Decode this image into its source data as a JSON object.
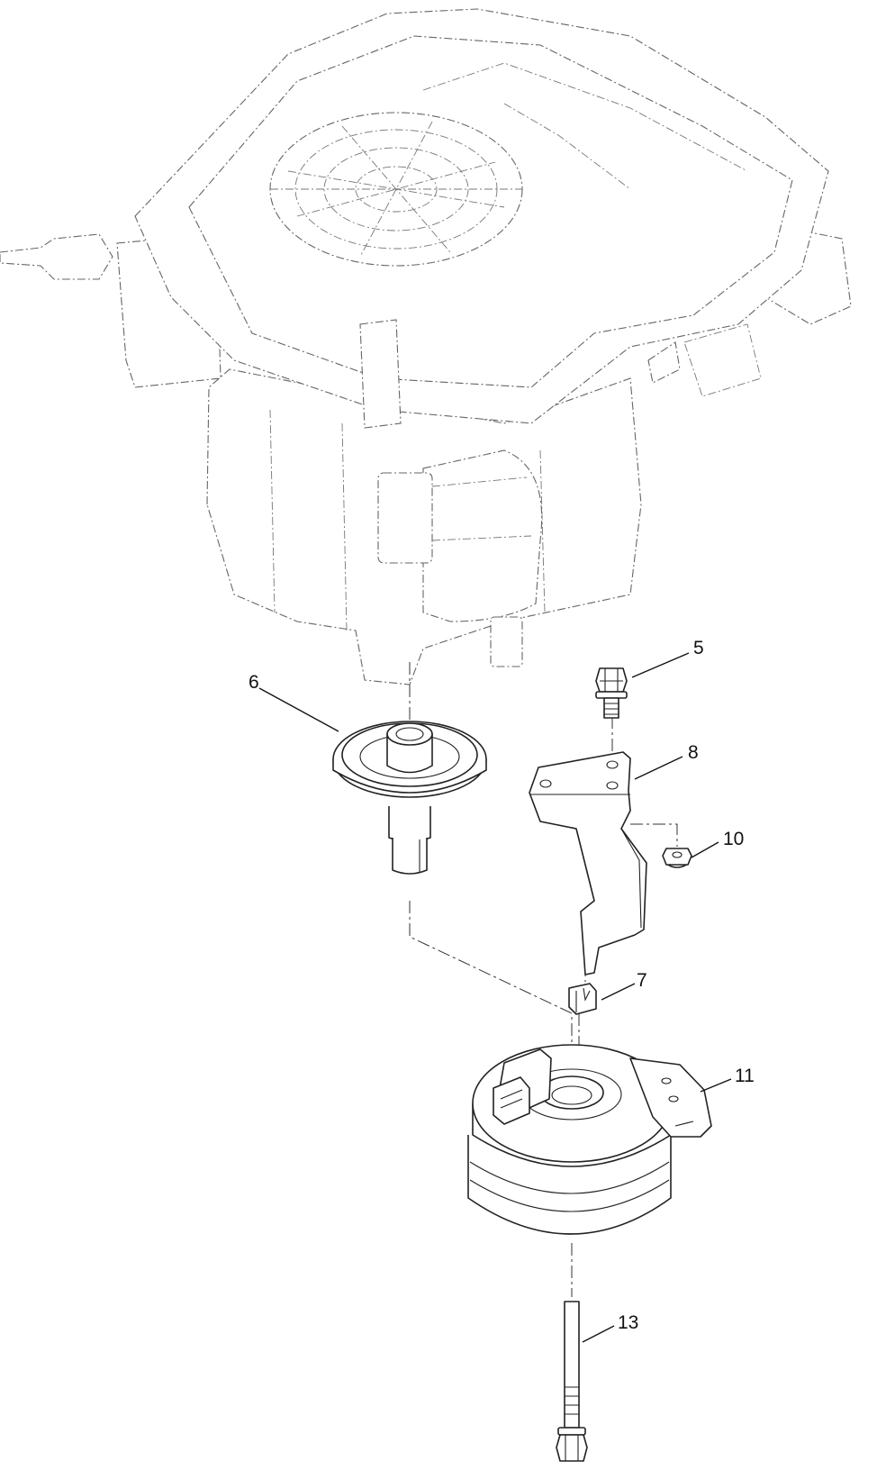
{
  "callouts": [
    {
      "id": "5",
      "label": "5"
    },
    {
      "id": "6",
      "label": "6"
    },
    {
      "id": "8",
      "label": "8"
    },
    {
      "id": "10",
      "label": "10"
    },
    {
      "id": "7",
      "label": "7"
    },
    {
      "id": "11",
      "label": "11"
    },
    {
      "id": "13",
      "label": "13"
    }
  ]
}
